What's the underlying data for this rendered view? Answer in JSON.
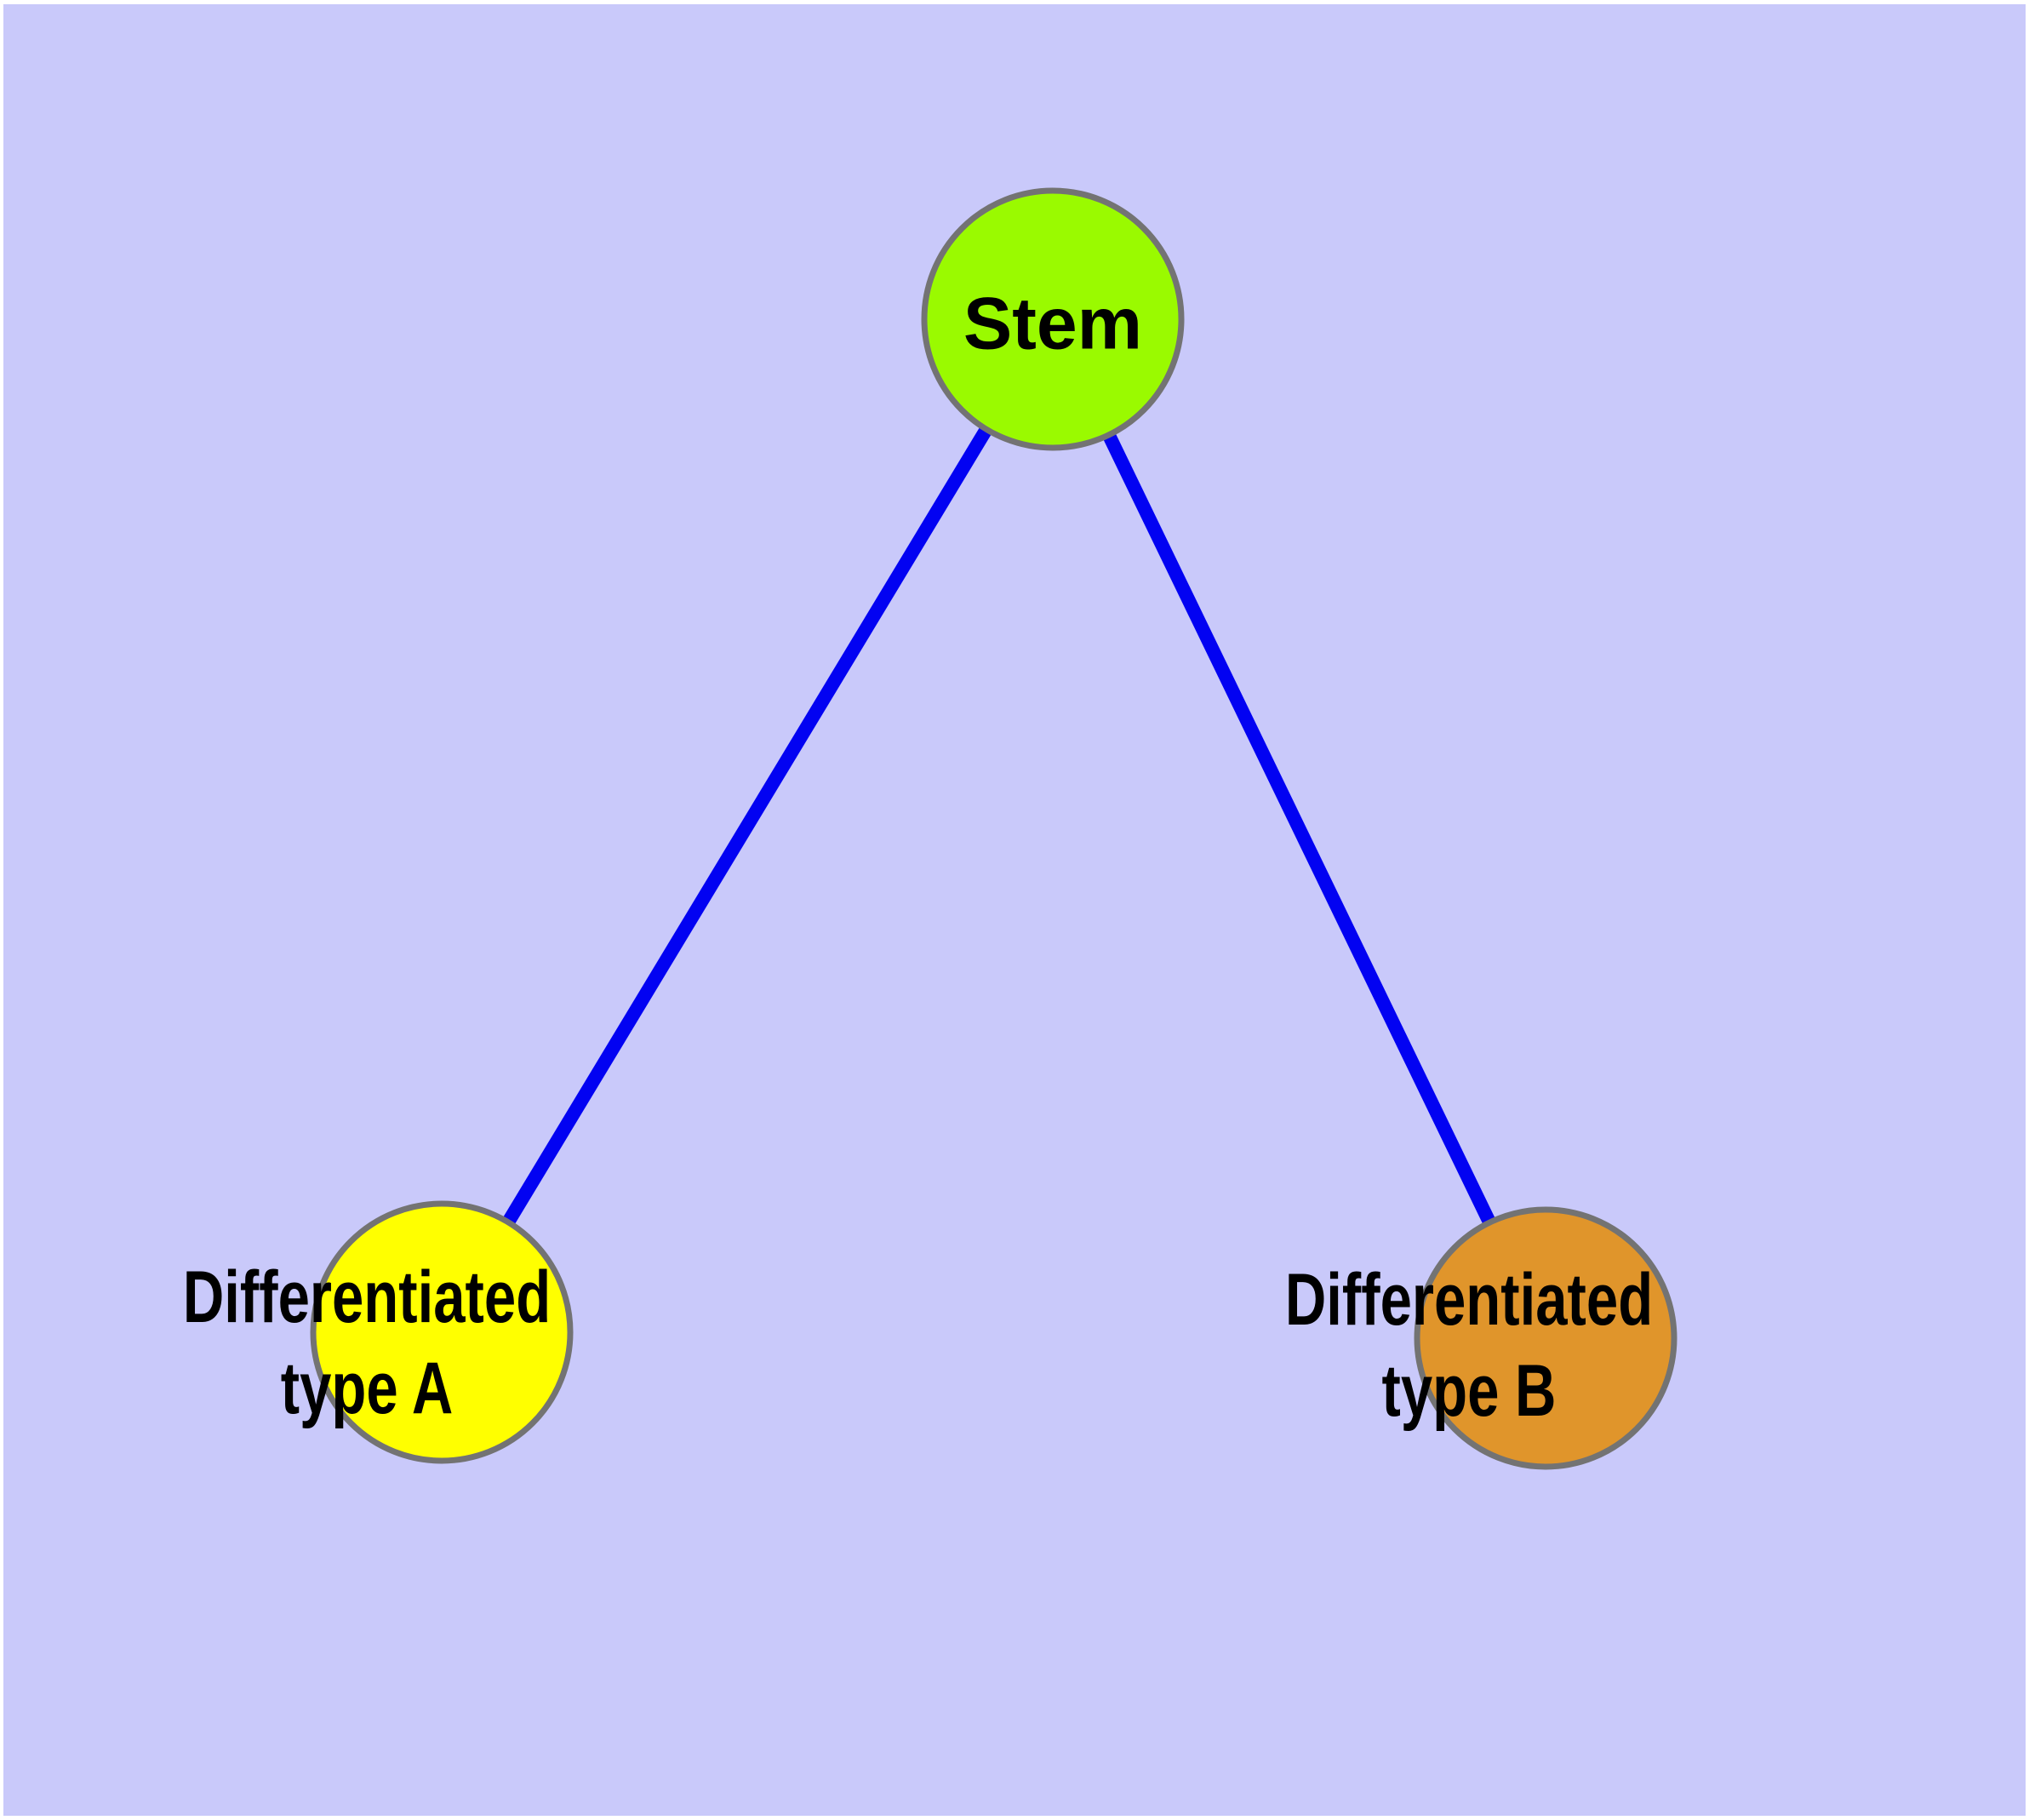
{
  "theme": {
    "background": "#C9C9FA",
    "page_margin": "#FFFFFF",
    "edge_color": "#0202F2",
    "node_border": "#737373",
    "label_color": "#000000"
  },
  "diagram": {
    "type": "node-link-graph",
    "nodes": [
      {
        "id": "stem",
        "label": "Stem",
        "color": "#9AFA00"
      },
      {
        "id": "type-a",
        "label_line1": "Differentiated",
        "label_line2": "type A",
        "color": "#FFFF00"
      },
      {
        "id": "type-b",
        "label_line1": "Differentiated",
        "label_line2": "type B",
        "color": "#E0952B"
      }
    ],
    "edges": [
      {
        "from": "stem",
        "to": "type-a"
      },
      {
        "from": "stem",
        "to": "type-b"
      }
    ]
  }
}
